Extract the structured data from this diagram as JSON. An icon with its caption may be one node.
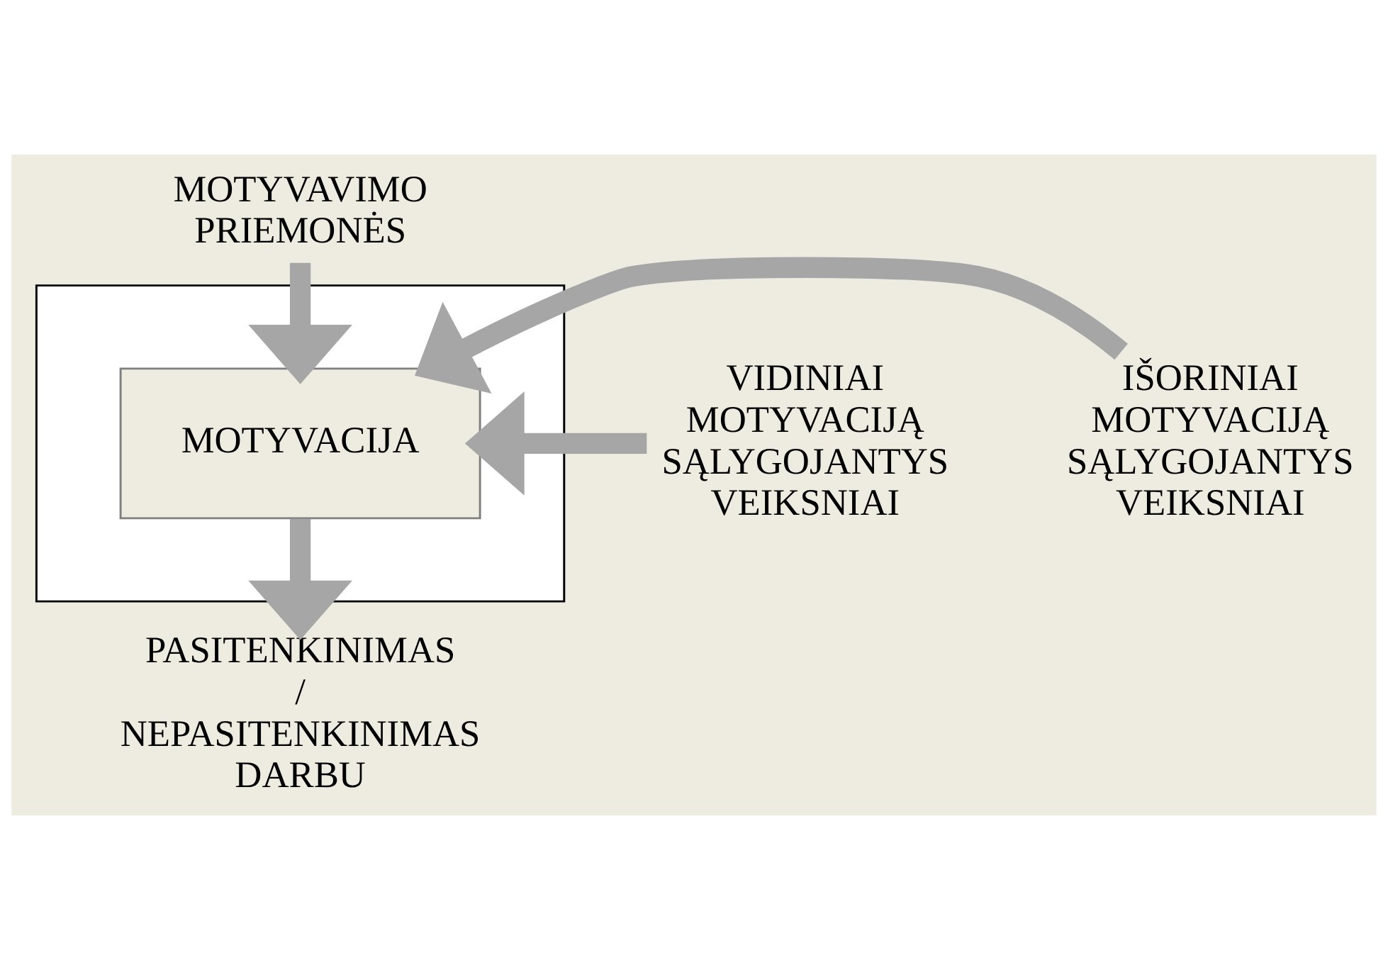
{
  "diagram": {
    "nodes": [
      {
        "text": [
          "MOTYVAVIMO PRIEMONĖS"
        ]
      },
      {
        "text": [
          "VIDINIAI MOTYVACIJĄ SĄLYGOJANTYS VEIKSNIAI"
        ]
      },
      {
        "text": [],
        "shape": "box"
      },
      {
        "text": [
          "MOTYVACIJA"
        ],
        "in": 2
      },
      {
        "text": [
          "IŠORINIAI MOTYVACIJĄ SĄLYGOJANTYS VEIKSNIAI"
        ]
      },
      {
        "text": [
          "PASITENKINIMAS / NEPASITENKINIMAS DARBU"
        ]
      }
    ],
    "edges": [
      {
        "from": 0,
        "to": 3,
        "arrow": "to"
      },
      {
        "from": 1,
        "to": 3,
        "arrow": "to"
      },
      {
        "from": 4,
        "to": 3,
        "arrow": "to"
      },
      {
        "from": 3,
        "to": 5,
        "arrow": "to"
      }
    ]
  }
}
